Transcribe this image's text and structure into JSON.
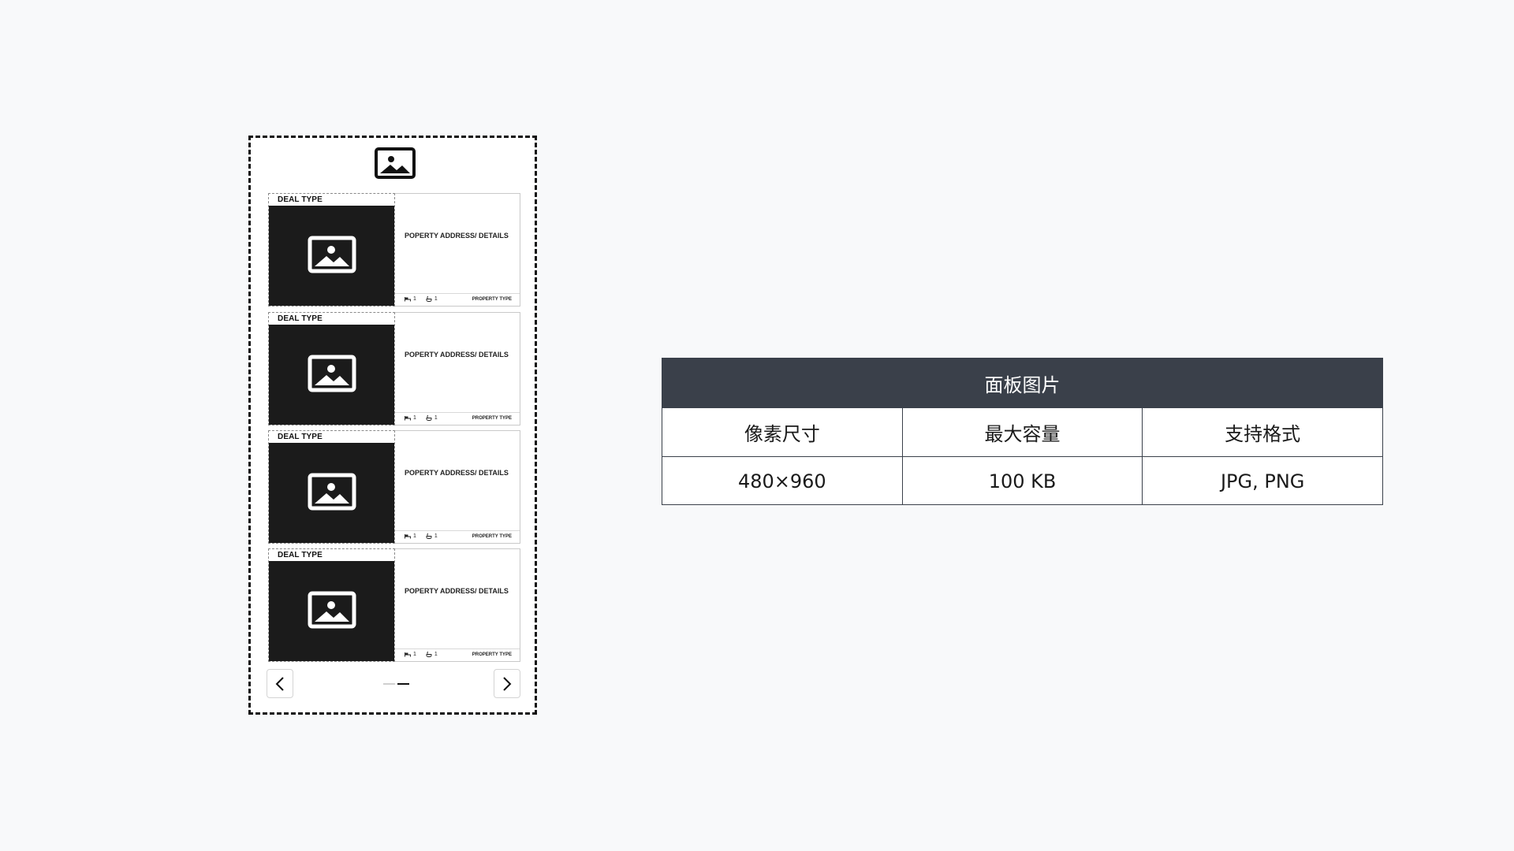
{
  "panel": {
    "cards": [
      {
        "deal_type": "DEAL TYPE",
        "address": "POPERTY ADDRESS/ DETAILS",
        "beds": "1",
        "baths": "1",
        "property_type": "PROPERTY TYPE"
      },
      {
        "deal_type": "DEAL TYPE",
        "address": "POPERTY ADDRESS/ DETAILS",
        "beds": "1",
        "baths": "1",
        "property_type": "PROPERTY TYPE"
      },
      {
        "deal_type": "DEAL TYPE",
        "address": "POPERTY ADDRESS/ DETAILS",
        "beds": "1",
        "baths": "1",
        "property_type": "PROPERTY TYPE"
      },
      {
        "deal_type": "DEAL TYPE",
        "address": "POPERTY ADDRESS/ DETAILS",
        "beds": "1",
        "baths": "1",
        "property_type": "PROPERTY TYPE"
      }
    ],
    "pagination": {
      "pages": 2,
      "active_page": 2
    },
    "icons": {
      "logo": "image-placeholder-icon",
      "card_image": "image-placeholder-icon",
      "beds": "bed-icon",
      "baths": "bath-icon",
      "prev": "chevron-left-icon",
      "next": "chevron-right-icon"
    }
  },
  "spec_table": {
    "title": "面板图片",
    "headers": [
      "像素尺寸",
      "最大容量",
      "支持格式"
    ],
    "values": [
      "480×960",
      "100 KB",
      "JPG, PNG"
    ]
  },
  "colors": {
    "background": "#f8f9fa",
    "table_header": "#3a404a",
    "image_fill": "#1b1b1b",
    "dashed_border": "#111111"
  }
}
